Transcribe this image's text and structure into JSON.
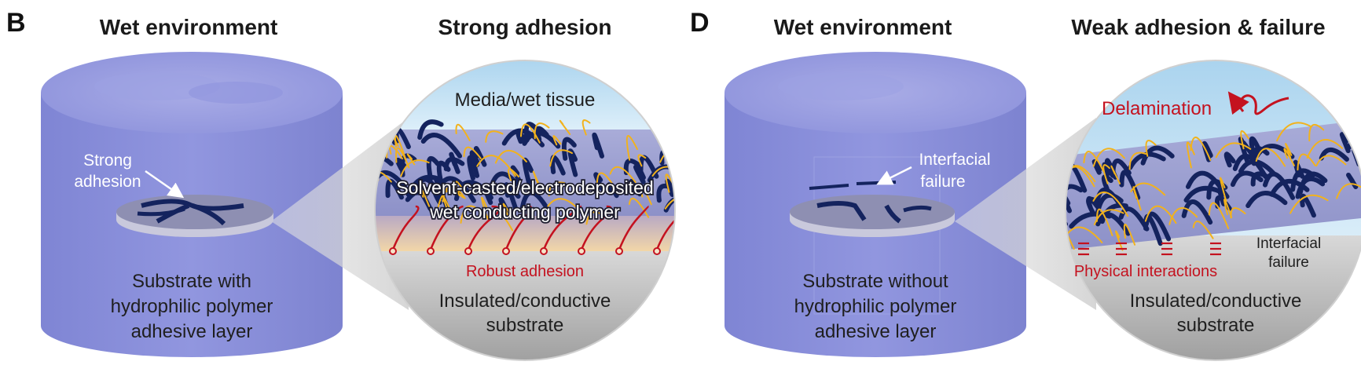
{
  "panel_b": {
    "letter": "B",
    "heading_left": "Wet environment",
    "heading_right": "Strong adhesion",
    "cylinder_label": [
      "Substrate with",
      "hydrophilic polymer",
      "adhesive layer"
    ],
    "callout": [
      "Strong",
      "adhesion"
    ],
    "zoom": {
      "top_label": "Media/wet tissue",
      "polymer_label": [
        "Solvent-casted/electrodeposited",
        "wet conducting polymer"
      ],
      "interface_label": "Robust adhesion",
      "bottom_label": [
        "Insulated/conductive",
        "substrate"
      ]
    }
  },
  "panel_d": {
    "letter": "D",
    "heading_left": "Wet environment",
    "heading_right": "Weak adhesion & failure",
    "cylinder_label": [
      "Substrate without",
      "hydrophilic polymer",
      "adhesive layer"
    ],
    "callout": [
      "Interfacial",
      "failure"
    ],
    "zoom": {
      "top_label": "Delamination",
      "interface_label": "Physical interactions",
      "side_label": [
        "Interfacial",
        "failure"
      ],
      "bottom_label": [
        "Insulated/conductive",
        "substrate"
      ]
    }
  },
  "colors": {
    "cylinder": "#8a8fd8",
    "cylinder_top": "#9ea2e2",
    "polymer_dark": "#14235e",
    "polymer_yellow": "#f2b21c",
    "adhesive_red": "#c4121f",
    "media_blue": "#bfe1f4",
    "substrate_grey": "#b3b3b3"
  }
}
